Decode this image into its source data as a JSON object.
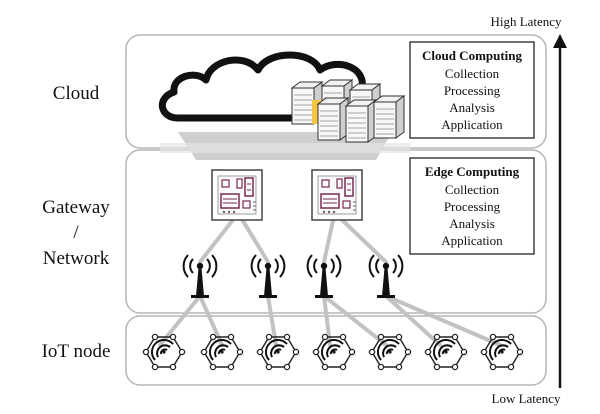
{
  "latency": {
    "high": "High Latency",
    "low": "Low Latency"
  },
  "layers": {
    "cloud": {
      "label": "Cloud"
    },
    "gateway": {
      "label_lines": [
        "Gateway",
        "/",
        "Network"
      ]
    },
    "iot": {
      "label": "IoT node"
    }
  },
  "cloud_box": {
    "title": "Cloud Computing",
    "items": [
      "Collection",
      "Processing",
      "Analysis",
      "Application"
    ]
  },
  "edge_box": {
    "title": "Edge Computing",
    "items": [
      "Collection",
      "Processing",
      "Analysis",
      "Application"
    ]
  },
  "colors": {
    "panel_fill": "#ffffff",
    "panel_stroke": "#b5b5b5",
    "link": "#c2c2c2",
    "board": "#7a2a55",
    "server_accent": "#f3c640"
  },
  "icons": {
    "cloud": "cloud-icon",
    "server": "server-icon",
    "gateway": "gateway-board-icon",
    "antenna": "antenna-icon",
    "sensor": "sensor-node-icon"
  }
}
